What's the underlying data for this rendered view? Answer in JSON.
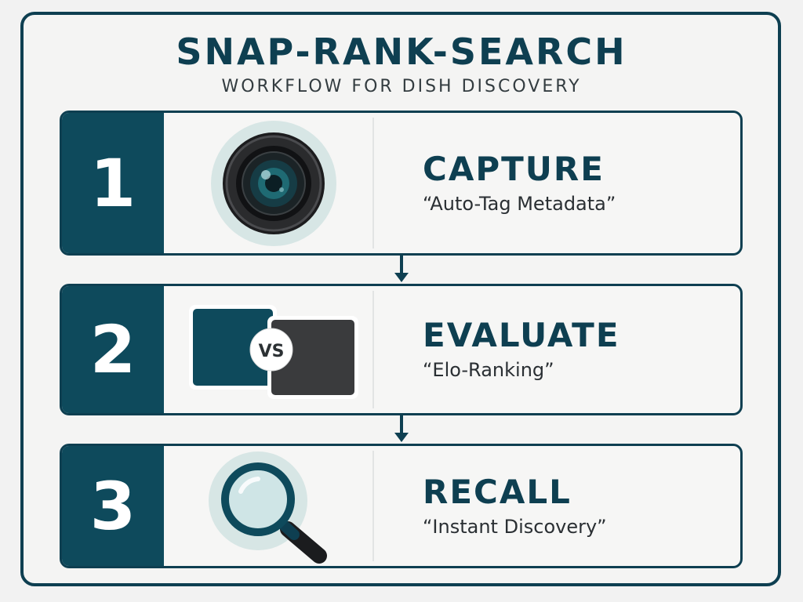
{
  "header": {
    "title": "SNAP-RANK-SEARCH",
    "subtitle": "WORKFLOW FOR DISH DISCOVERY"
  },
  "steps": [
    {
      "number": "1",
      "title": "CAPTURE",
      "description": "“Auto-Tag Metadata”",
      "icon": "camera-lens-icon"
    },
    {
      "number": "2",
      "title": "EVALUATE",
      "description": "“Elo-Ranking”",
      "icon": "versus-comparison-icon",
      "badge": "VS"
    },
    {
      "number": "3",
      "title": "RECALL",
      "description": "“Instant Discovery”",
      "icon": "magnifier-icon"
    }
  ],
  "colors": {
    "primary": "#0e4a5c",
    "border": "#0e3f51",
    "background": "#f4f4f3",
    "dark_card": "#3a3b3d"
  }
}
